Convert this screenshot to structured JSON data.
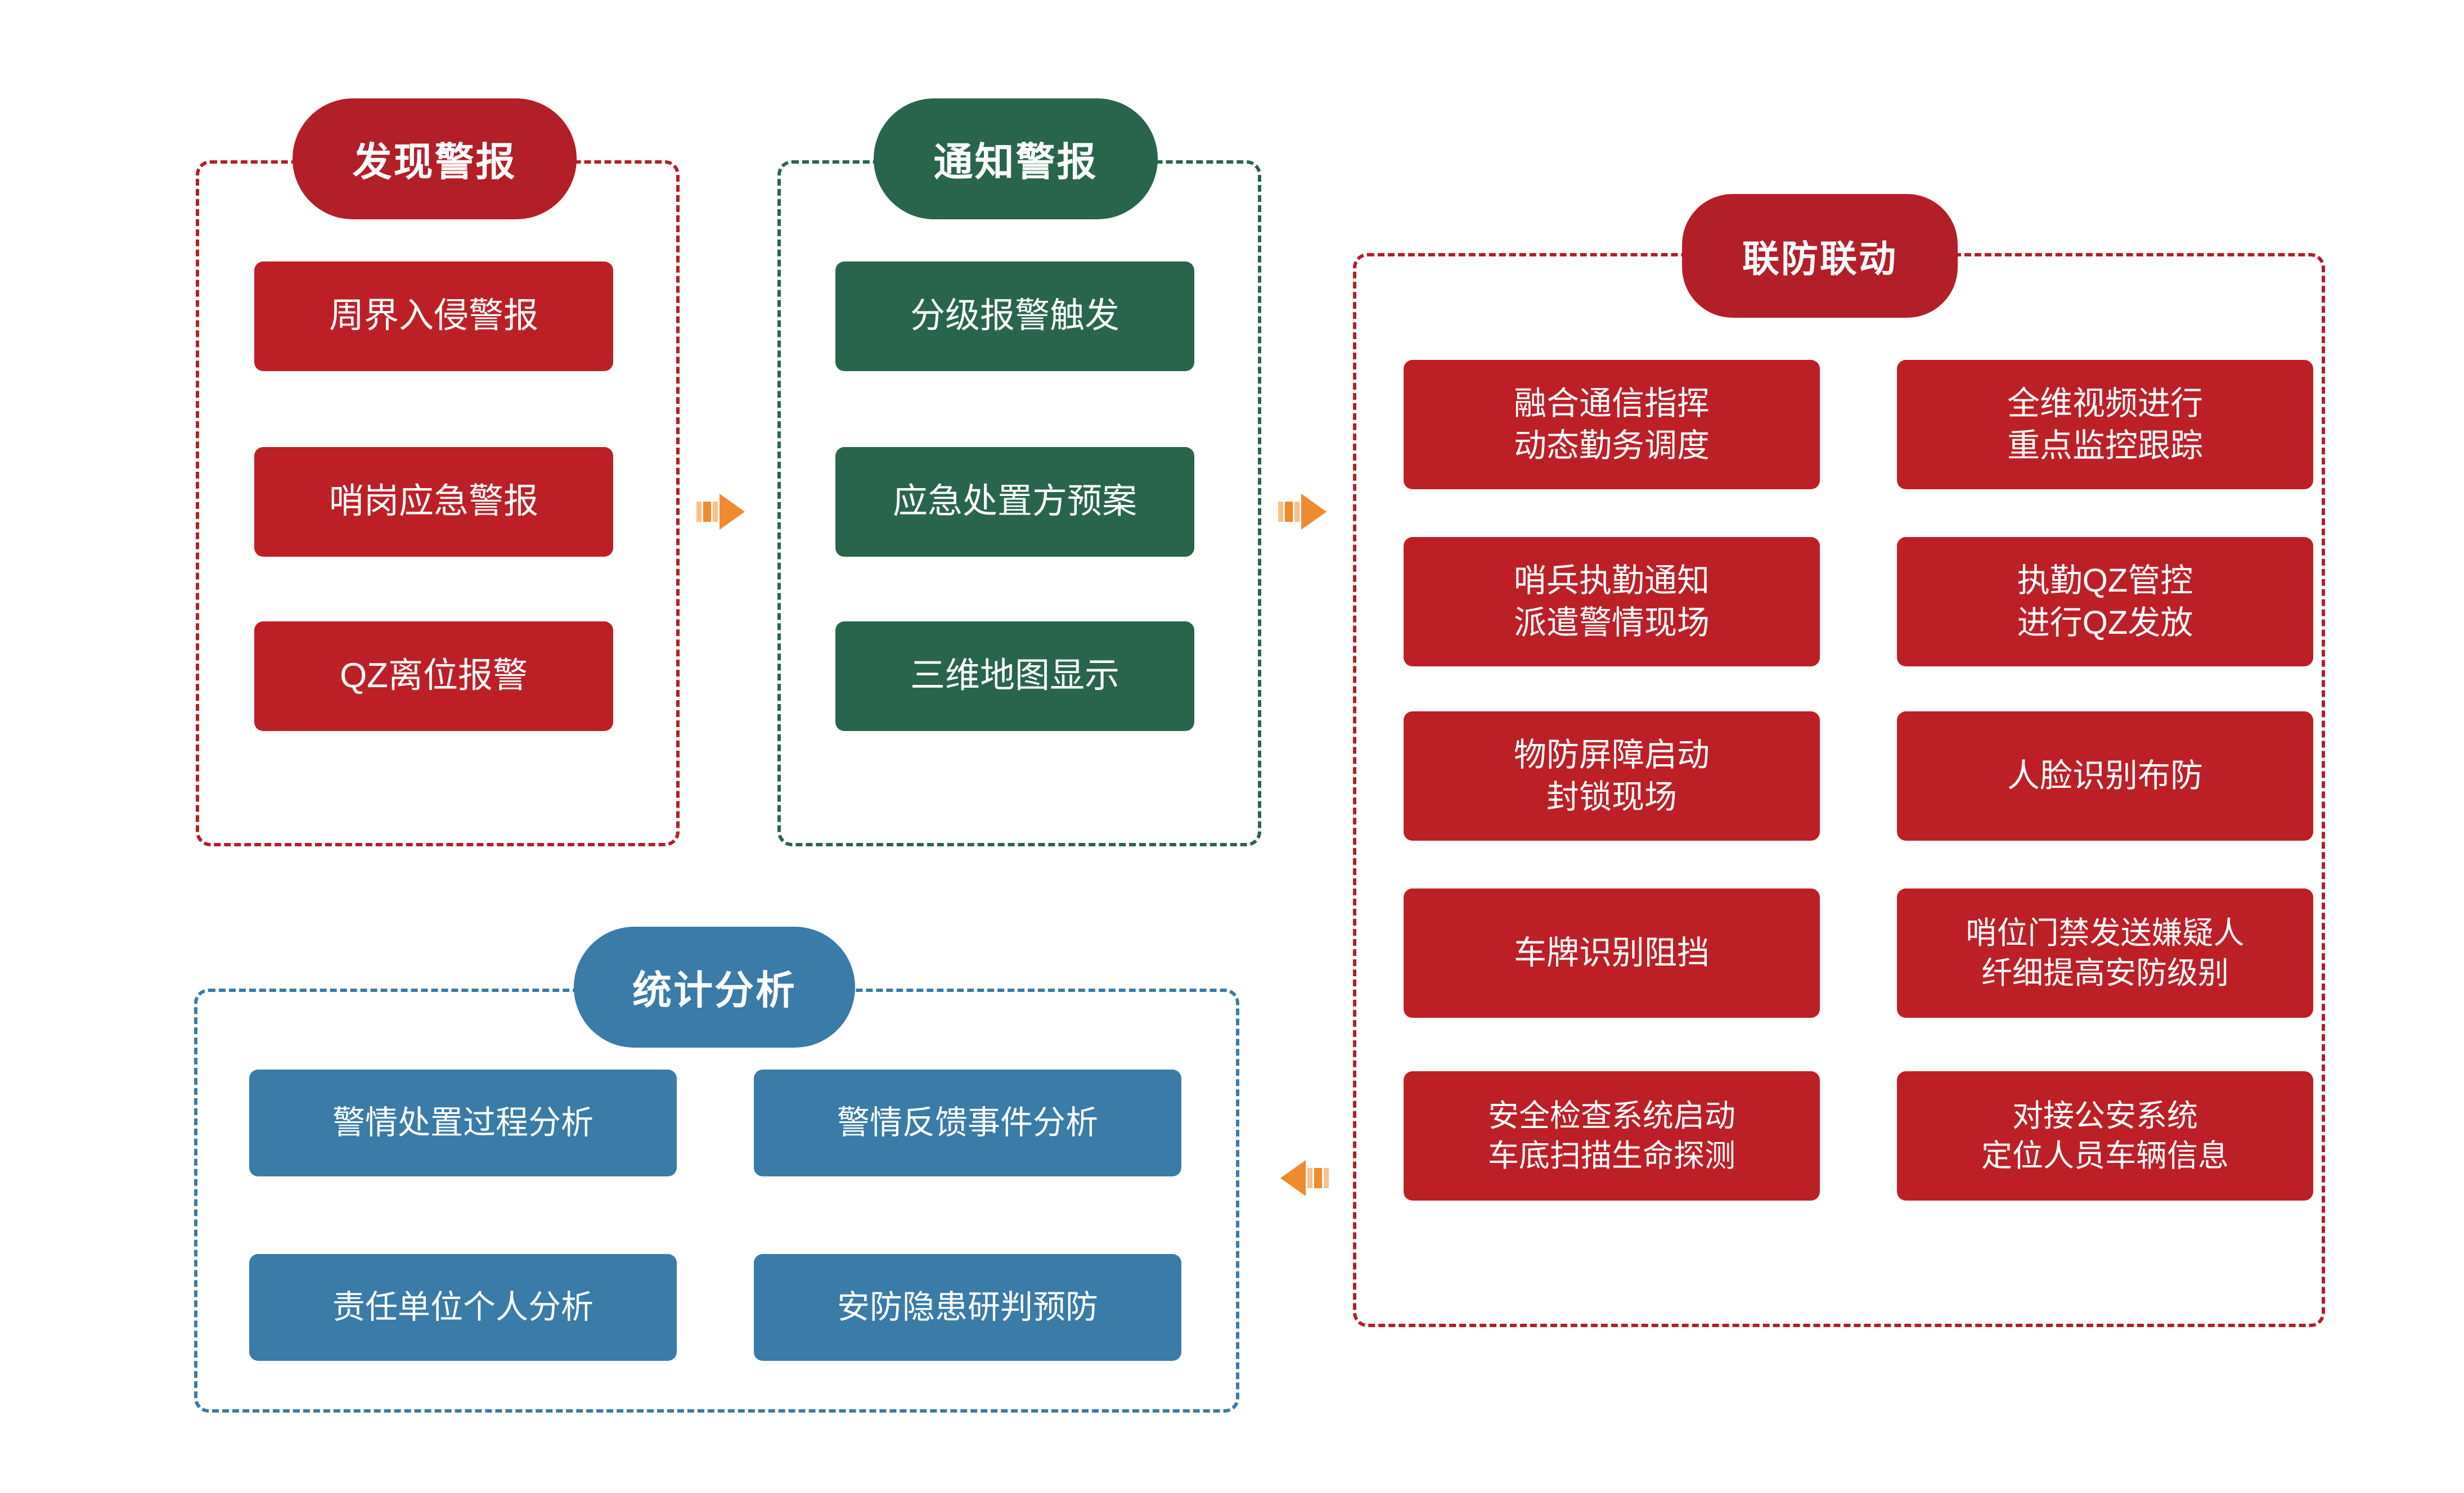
{
  "diagram": {
    "title_visible": false,
    "colors": {
      "red": "#BC2026",
      "red_border": "#B21F28",
      "green": "#29654C",
      "blue": "#3A7BA8",
      "arrow_orange": "#F08A2E",
      "arrow_orange_light": "#F8C18C",
      "text_on_fill": "#FFFFFF",
      "background": "#FFFFFF"
    },
    "groups": [
      {
        "id": "discover-alarm",
        "header": "发现警报",
        "accent": "red",
        "items": [
          "周界入侵警报",
          "哨岗应急警报",
          "QZ离位报警"
        ]
      },
      {
        "id": "notify-alarm",
        "header": "通知警报",
        "accent": "green",
        "items": [
          "分级报警触发",
          "应急处置方预案",
          "三维地图显示"
        ]
      },
      {
        "id": "joint-defense",
        "header": "联防联动",
        "accent": "red",
        "items_left": [
          "融合通信指挥\n动态勤务调度",
          "哨兵执勤通知\n派遣警情现场",
          "物防屏障启动\n封锁现场",
          "车牌识别阻挡",
          "安全检查系统启动\n车底扫描生命探测"
        ],
        "items_right": [
          "全维视频进行\n重点监控跟踪",
          "执勤QZ管控\n进行QZ发放",
          "人脸识别布防",
          "哨位门禁发送嫌疑人\n纤细提高安防级别",
          "对接公安系统\n定位人员车辆信息"
        ]
      },
      {
        "id": "statistics-analysis",
        "header": "统计分析",
        "accent": "blue",
        "items_left": [
          "警情处置过程分析",
          "责任单位个人分析"
        ],
        "items_right": [
          "警情反馈事件分析",
          "安防隐患研判预防"
        ]
      }
    ],
    "arrows": [
      {
        "id": "arrow-discover-to-notify",
        "direction": "right"
      },
      {
        "id": "arrow-notify-to-joint",
        "direction": "right"
      },
      {
        "id": "arrow-joint-to-statistics",
        "direction": "left"
      }
    ]
  }
}
